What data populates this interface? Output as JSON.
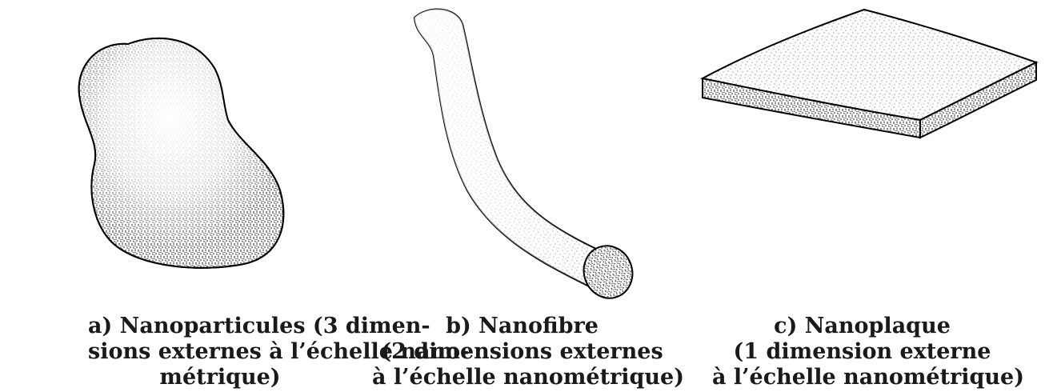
{
  "panels": [
    {
      "id": "a",
      "caption_lines": [
        "a) Nanoparticules (3 dimen-",
        "sions externes à l’échelle nano-",
        "métrique)"
      ]
    },
    {
      "id": "b",
      "caption_lines": [
        "b) Nanofibre",
        "(2 dimensions externes",
        "à l’échelle nanométrique)"
      ]
    },
    {
      "id": "c",
      "caption_lines": [
        "c) Nanoplaque",
        "(1 dimension externe",
        "à l’échelle nanométrique)"
      ]
    }
  ]
}
